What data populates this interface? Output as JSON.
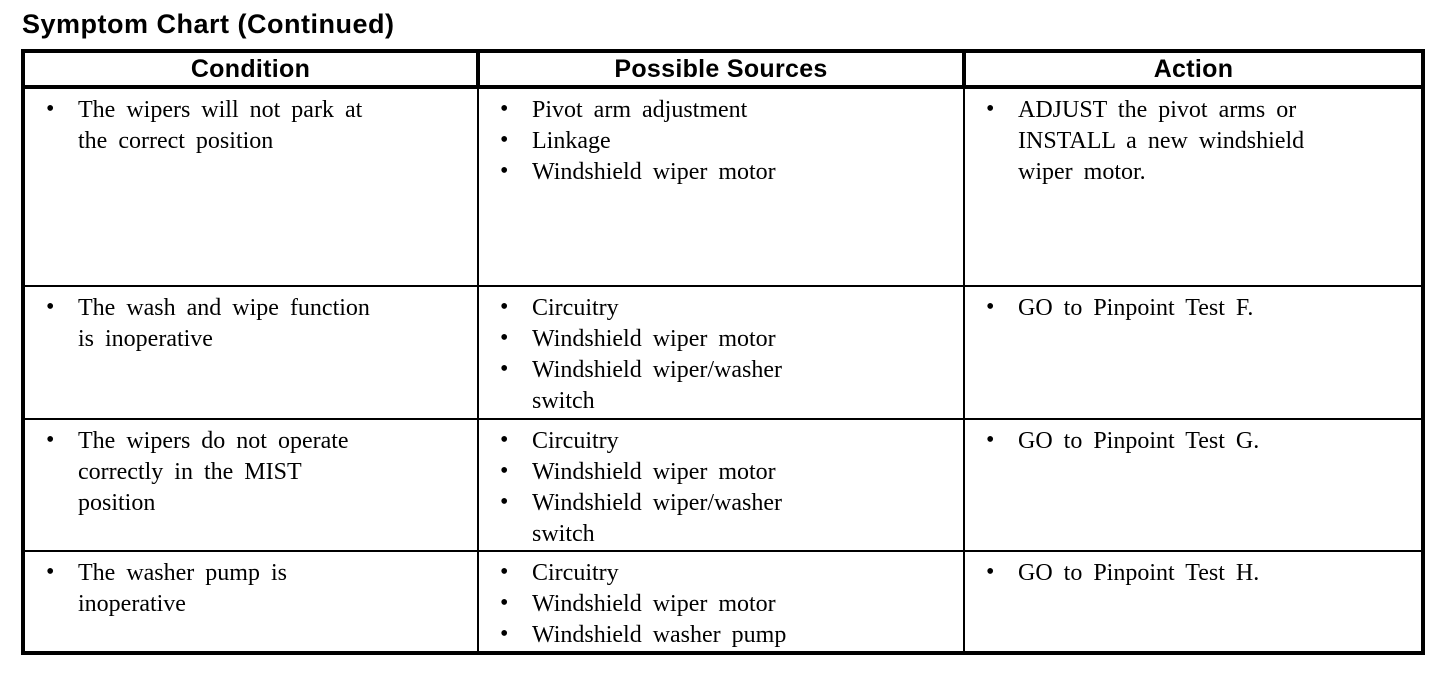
{
  "page_title": "Symptom Chart (Continued)",
  "colors": {
    "text": "#000000",
    "background": "#ffffff",
    "border": "#000000"
  },
  "table": {
    "headers": [
      "Condition",
      "Possible Sources",
      "Action"
    ],
    "rows": [
      {
        "condition": [
          "The wipers will not park at the correct position"
        ],
        "sources": [
          "Pivot arm adjustment",
          "Linkage",
          "Windshield wiper motor"
        ],
        "action": [
          "ADJUST the pivot arms or INSTALL a new windshield wiper motor."
        ]
      },
      {
        "condition": [
          "The wash and wipe function is inoperative"
        ],
        "sources": [
          "Circuitry",
          "Windshield wiper motor",
          "Windshield wiper/washer switch"
        ],
        "action": [
          "GO to Pinpoint Test F."
        ]
      },
      {
        "condition": [
          "The wipers do not operate correctly in the MIST position"
        ],
        "sources": [
          "Circuitry",
          "Windshield wiper motor",
          "Windshield wiper/washer switch"
        ],
        "action": [
          "GO to Pinpoint Test G."
        ]
      },
      {
        "condition": [
          "The washer pump is inoperative"
        ],
        "sources": [
          "Circuitry",
          "Windshield wiper motor",
          "Windshield washer pump"
        ],
        "action": [
          "GO to Pinpoint Test H."
        ]
      }
    ]
  }
}
